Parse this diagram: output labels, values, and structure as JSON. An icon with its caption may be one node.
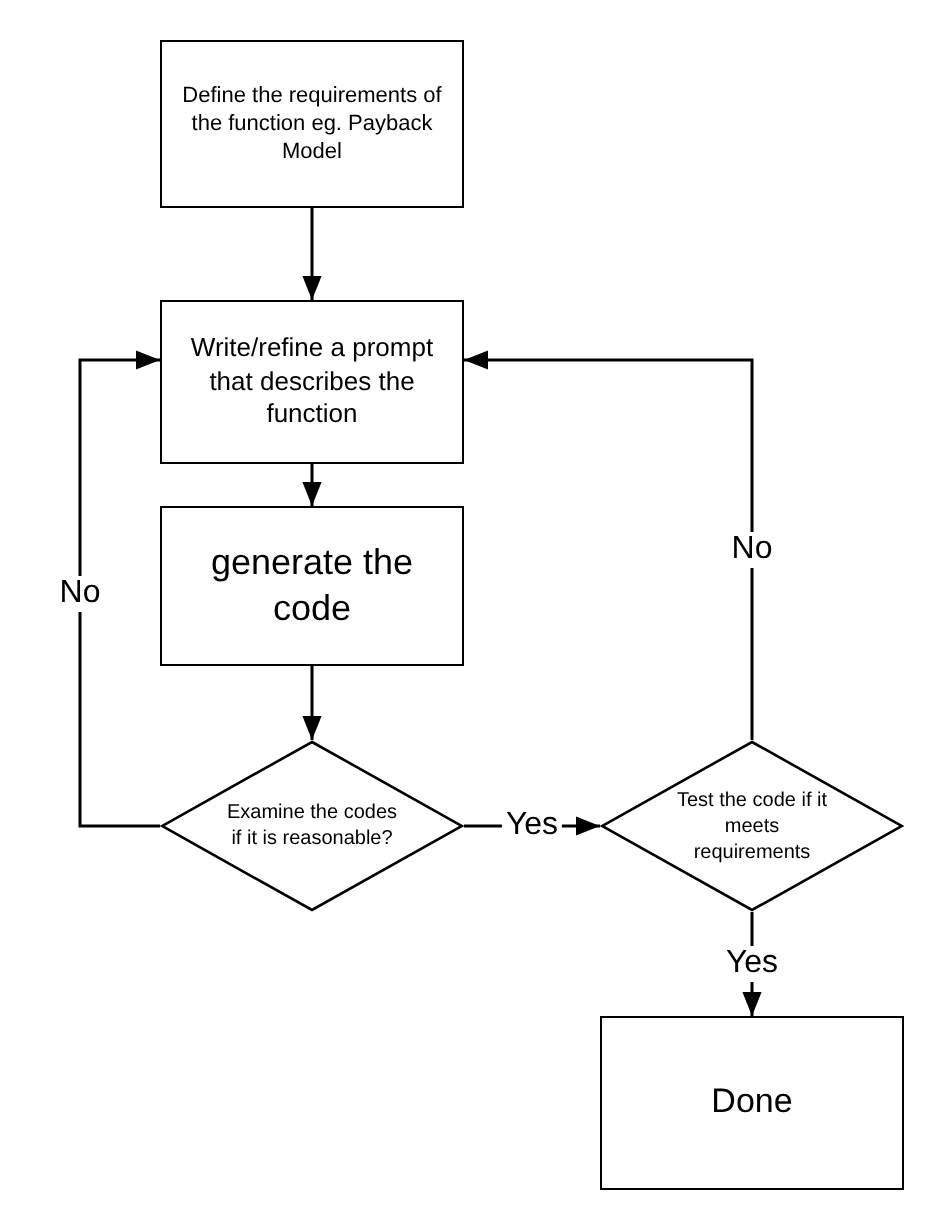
{
  "diagram": {
    "nodes": [
      {
        "text": [
          "Define the requirements of the function eg. Payback Model"
        ]
      },
      {
        "text": [
          "Write/refine a prompt that describes the function"
        ]
      },
      {
        "text": [
          "generate the code"
        ]
      },
      {
        "text": [
          "Examine the codes if it is reasonable?"
        ]
      },
      {
        "text": [
          "Test the code if it meets requirements"
        ]
      },
      {
        "text": [
          "Done"
        ]
      }
    ],
    "edges": [
      {
        "from": 0,
        "to": 1,
        "arrow": "to"
      },
      {
        "from": 1,
        "to": 2,
        "arrow": "to"
      },
      {
        "from": 2,
        "to": 3,
        "arrow": "to"
      },
      {
        "from": 3,
        "to": 1,
        "arrow": "to",
        "label": "No"
      },
      {
        "from": 3,
        "to": 4,
        "arrow": "to",
        "label": "Yes"
      },
      {
        "from": 4,
        "to": 1,
        "arrow": "to",
        "label": "No"
      },
      {
        "from": 4,
        "to": 5,
        "arrow": "to",
        "label": "Yes"
      }
    ]
  }
}
